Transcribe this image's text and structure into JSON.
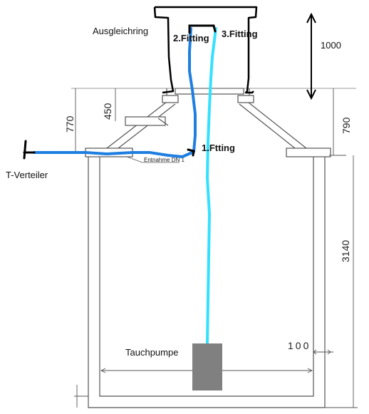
{
  "labels": {
    "ausgleichring": "Ausgleichring",
    "fitting_1": "1.Ftting",
    "fitting_2": "2.Fitting",
    "fitting_3": "3.Fitting",
    "t_verteiler": "T-Verteiler",
    "tauchpumpe": "Tauchpumpe",
    "entnahme": "Entnahme DN 1"
  },
  "dimensions": {
    "d1000": "1000",
    "d770": "770",
    "d450": "450",
    "d790": "790",
    "d3140": "3140",
    "d100": "100"
  },
  "colors": {
    "pipe_blue": "#1e7fe0",
    "pipe_cyan": "#33e0ff",
    "pump": "#808080",
    "ink": "#000000",
    "drawing": "#555555"
  }
}
